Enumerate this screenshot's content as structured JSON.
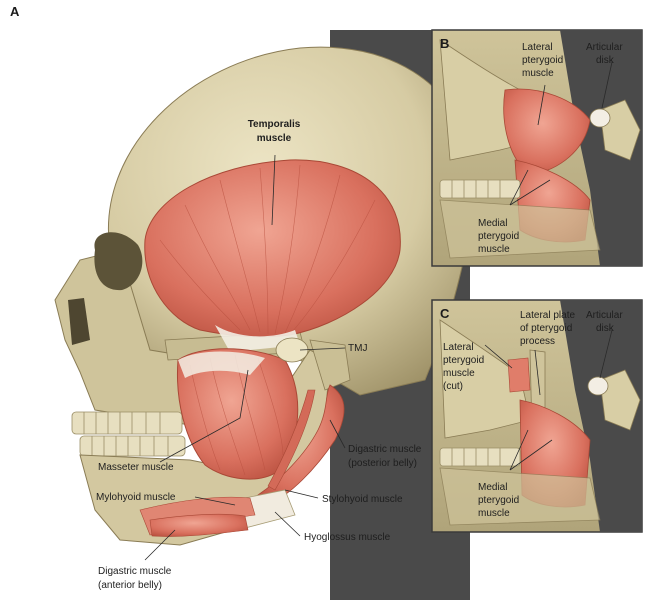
{
  "panels": {
    "a": "A",
    "b": "B",
    "c": "C"
  },
  "main_labels": {
    "temporalis": [
      "Temporalis",
      "muscle"
    ],
    "tmj": "TMJ",
    "masseter": "Masseter muscle",
    "digastric_posterior": [
      "Digastric muscle",
      "(posterior belly)"
    ],
    "mylohyoid": "Mylohyoid muscle",
    "stylohyoid": "Stylohyoid muscle",
    "hyoglossus": "Hyoglossus muscle",
    "digastric_anterior": [
      "Digastric muscle",
      "(anterior belly)"
    ]
  },
  "panel_b_labels": {
    "lateral_pterygoid": [
      "Lateral",
      "pterygoid",
      "muscle"
    ],
    "articular_disk": [
      "Articular",
      "disk"
    ],
    "medial_pterygoid": [
      "Medial",
      "pterygoid",
      "muscle"
    ]
  },
  "panel_c_labels": {
    "lateral_plate": [
      "Lateral plate",
      "of pterygoid",
      "process"
    ],
    "articular_disk": [
      "Articular",
      "disk"
    ],
    "lateral_pterygoid_cut": [
      "Lateral",
      "pterygoid",
      "muscle",
      "(cut)"
    ],
    "medial_pterygoid": [
      "Medial",
      "pterygoid",
      "muscle"
    ]
  },
  "colors": {
    "background": "#ffffff",
    "bone": "#d9cfa9",
    "bone_shadow": "#a99c70",
    "muscle": "#d9705e",
    "muscle_light": "#eea08f",
    "tendon": "#f3eee4",
    "teeth": "#e7dfc0",
    "panel_bg": "#bfb489",
    "panel_border": "#3a3a3a",
    "dark_bg": "#3c3c3c"
  }
}
